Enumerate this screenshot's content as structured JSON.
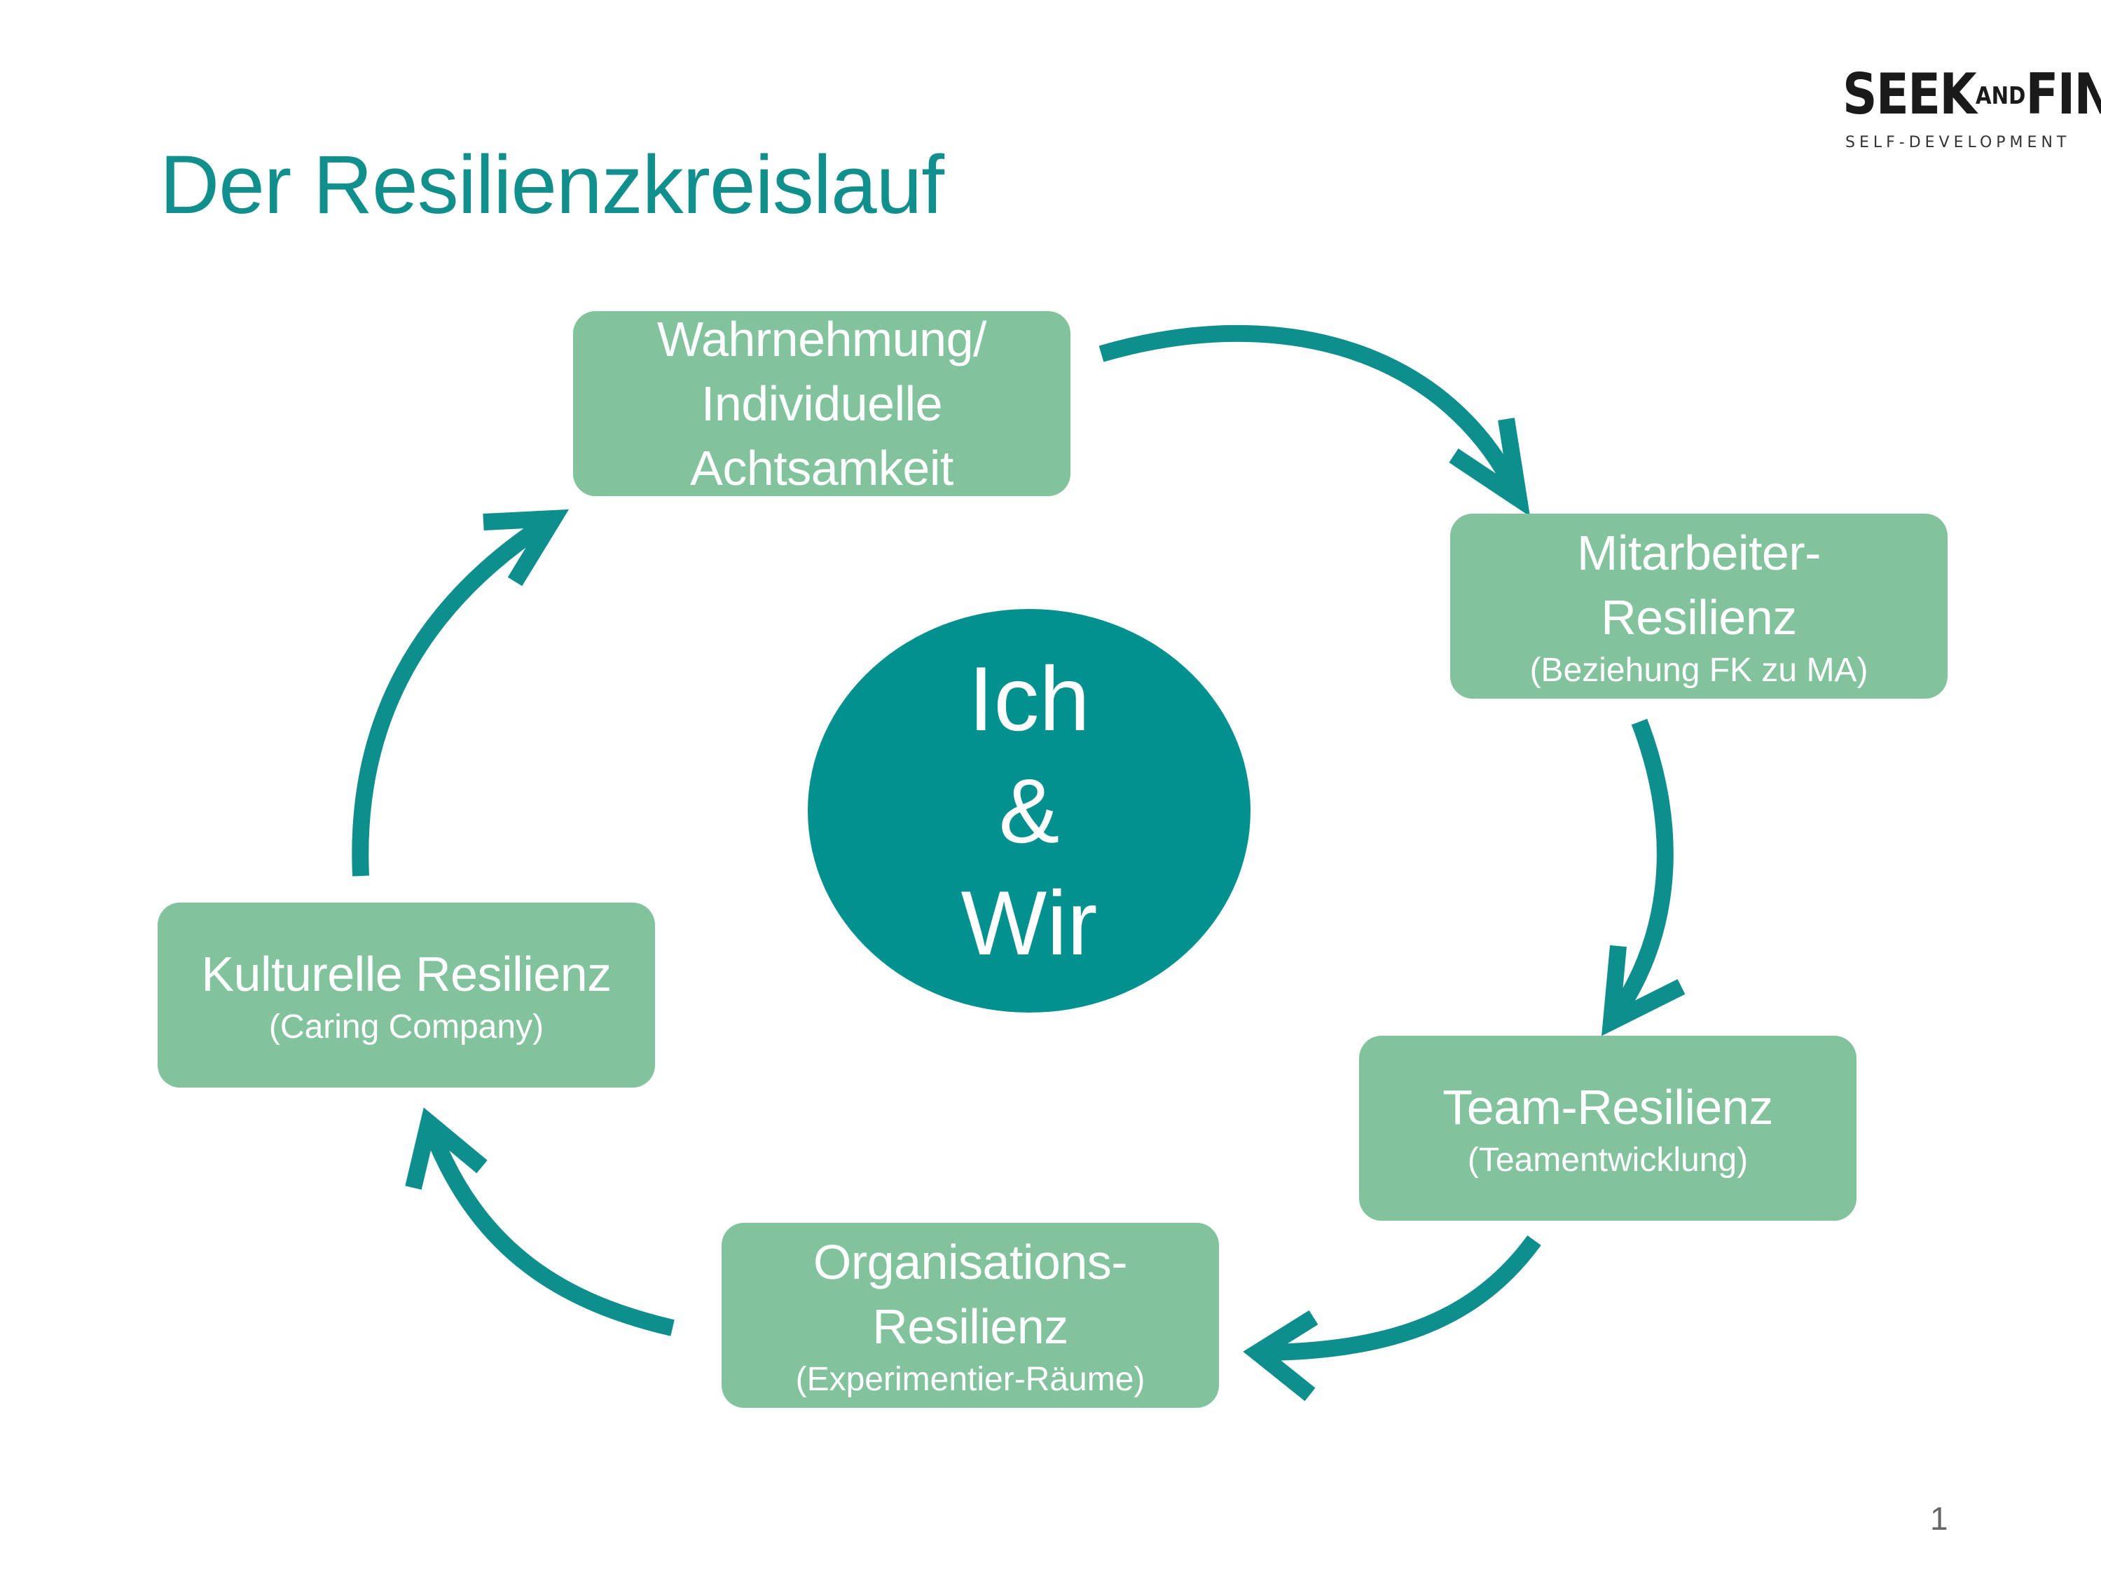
{
  "colors": {
    "title": "#118f8d",
    "box": "#82c39e",
    "arrow": "#0e8f8d",
    "center": "#039190"
  },
  "title": "Der Resilienzkreislauf",
  "logo": {
    "word_a": "SEEK",
    "word_b": "AND",
    "word_c": "FIND",
    "tagline": "SELF-DEVELOPMENT"
  },
  "nodes": [
    {
      "id": "wahrnehmung",
      "main": "Wahrnehmung/\nIndividuelle\nAchtsamkeit",
      "sub": ""
    },
    {
      "id": "mitarbeiter",
      "main": "Mitarbeiter-\nResilienz",
      "sub": "(Beziehung FK zu MA)"
    },
    {
      "id": "team",
      "main": "Team-Resilienz",
      "sub": "(Teamentwicklung)"
    },
    {
      "id": "organisation",
      "main": "Organisations-\nResilienz",
      "sub": "(Experimentier-Räume)"
    },
    {
      "id": "kultur",
      "main": "Kulturelle Resilienz",
      "sub": "(Caring Company)"
    }
  ],
  "center": {
    "line1": "Ich",
    "line2": "&",
    "line3": "Wir"
  },
  "page_number": "1"
}
